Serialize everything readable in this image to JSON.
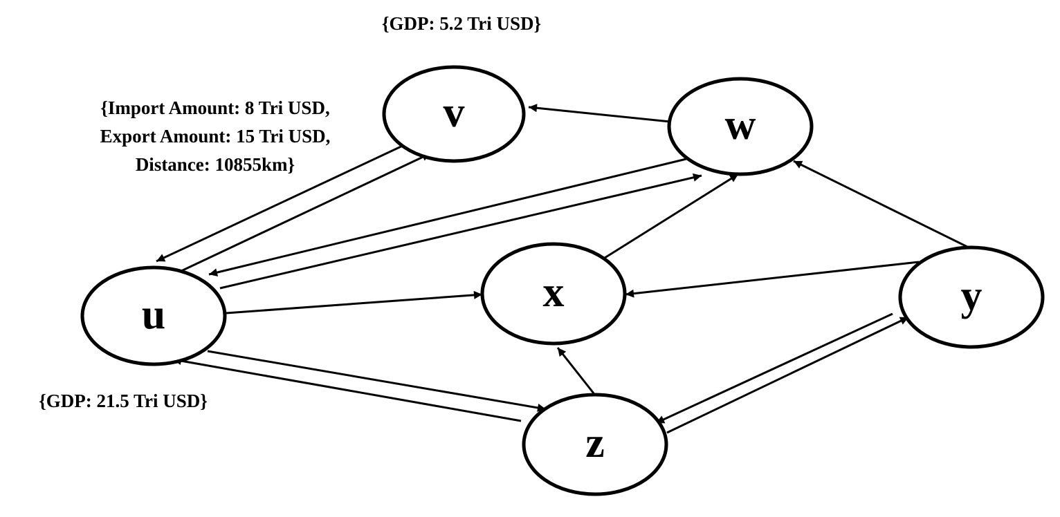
{
  "colors": {
    "stroke": "#000000",
    "background": "#ffffff"
  },
  "nodes": [
    {
      "id": "v",
      "label": "v"
    },
    {
      "id": "w",
      "label": "w"
    },
    {
      "id": "u",
      "label": "u"
    },
    {
      "id": "x",
      "label": "x"
    },
    {
      "id": "y",
      "label": "y"
    },
    {
      "id": "z",
      "label": "z"
    }
  ],
  "edges": [
    {
      "from": "w",
      "to": "v"
    },
    {
      "from": "v",
      "to": "u"
    },
    {
      "from": "u",
      "to": "v"
    },
    {
      "from": "w",
      "to": "u"
    },
    {
      "from": "u",
      "to": "w"
    },
    {
      "from": "x",
      "to": "w"
    },
    {
      "from": "y",
      "to": "w"
    },
    {
      "from": "u",
      "to": "x"
    },
    {
      "from": "y",
      "to": "x"
    },
    {
      "from": "z",
      "to": "x"
    },
    {
      "from": "u",
      "to": "z"
    },
    {
      "from": "z",
      "to": "u"
    },
    {
      "from": "z",
      "to": "y"
    },
    {
      "from": "y",
      "to": "z"
    }
  ],
  "annotations": {
    "gdp_v": "{GDP: 5.2 Tri USD}",
    "edge_uv_lines": [
      "{Import Amount: 8 Tri USD,",
      "Export Amount: 15 Tri USD,",
      "Distance: 10855km}"
    ],
    "gdp_u": "{GDP: 21.5 Tri USD}"
  }
}
